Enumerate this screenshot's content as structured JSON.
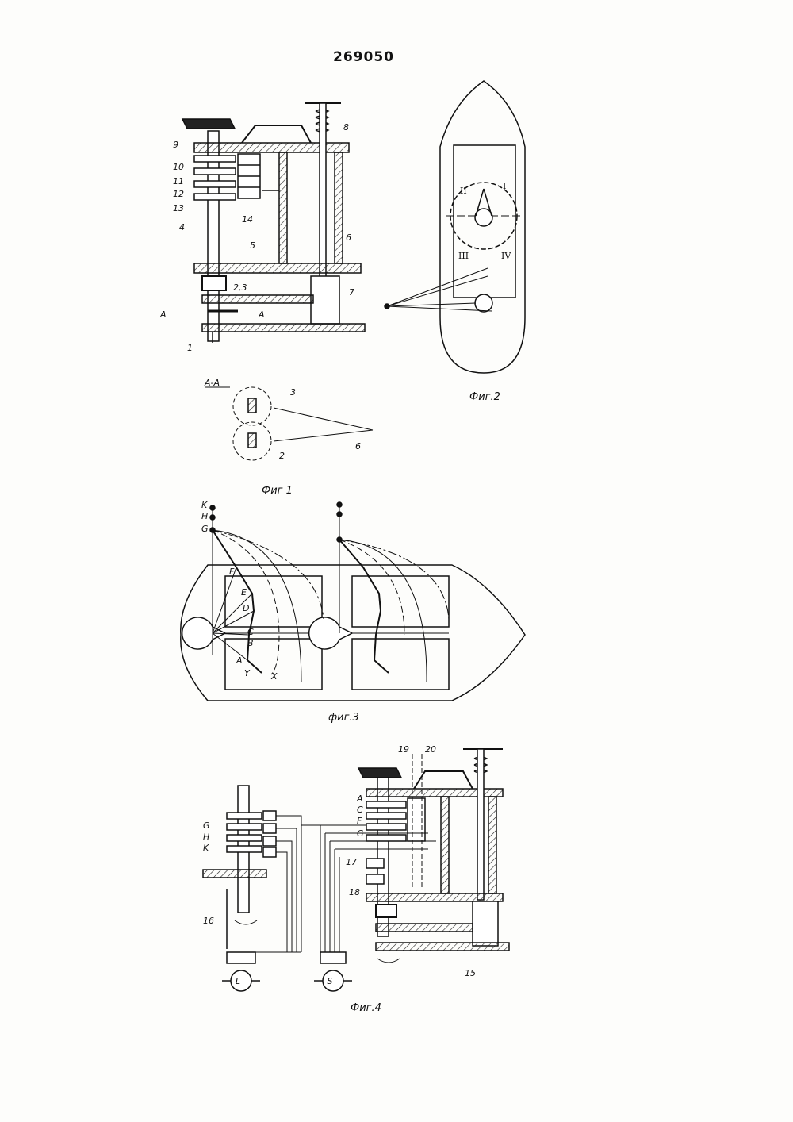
{
  "document": {
    "number": "269050"
  },
  "fig1": {
    "caption": "Фиг 1",
    "labels": [
      "9",
      "10",
      "11",
      "12",
      "13",
      "4",
      "14",
      "5",
      "2,3",
      "A",
      "A",
      "1",
      "8",
      "6",
      "7"
    ],
    "section": {
      "title": "А-А",
      "labels": [
        "3",
        "2",
        "6"
      ]
    }
  },
  "fig2": {
    "caption": "Фиг.2",
    "quadrants": [
      "II",
      "I",
      "III",
      "IV"
    ]
  },
  "fig3": {
    "caption": "фиг.3",
    "points": [
      "K",
      "H",
      "G",
      "F",
      "E",
      "D",
      "C",
      "B",
      "A",
      "Y",
      "X"
    ]
  },
  "fig4": {
    "caption": "Фиг.4",
    "left_labels": [
      "G",
      "H",
      "K"
    ],
    "right_labels": [
      "A",
      "C",
      "F",
      "G"
    ],
    "numbers": [
      "19",
      "20",
      "17",
      "18",
      "16",
      "15"
    ],
    "motors": [
      "L",
      "S"
    ]
  }
}
